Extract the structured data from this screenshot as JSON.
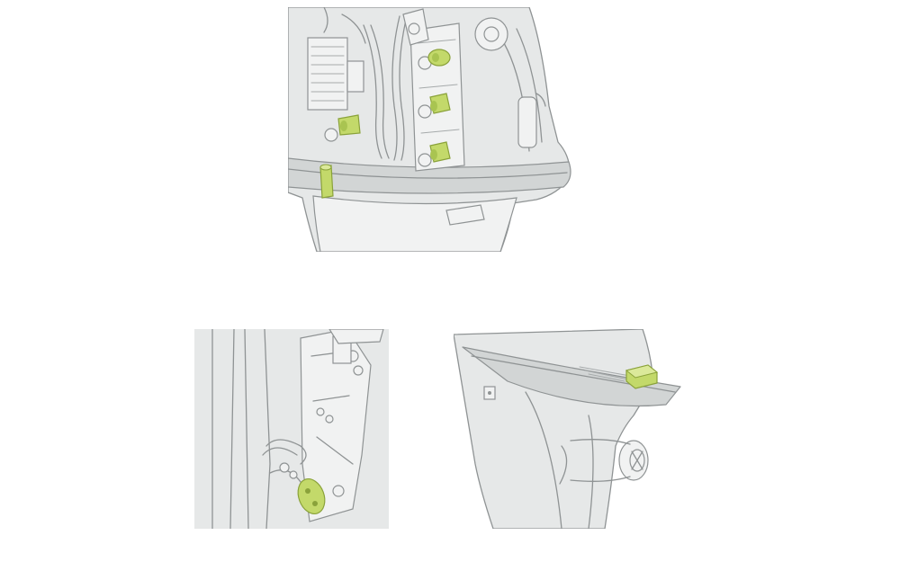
{
  "diagram": {
    "views": [
      {
        "name": "powerhead-view",
        "highlight_color": "#c3d96a",
        "highlighted_parts": 5
      },
      {
        "name": "bracket-view",
        "highlight_color": "#c3d96a",
        "highlighted_parts": 1
      },
      {
        "name": "lower-unit-view",
        "highlight_color": "#c3d96a",
        "highlighted_parts": 1
      }
    ],
    "colors": {
      "background": "#ffffff",
      "engine_fill": "#e6e8e8",
      "outline": "#8f9394",
      "highlight": "#c3d96a",
      "highlight_dark": "#8aa23a"
    }
  }
}
